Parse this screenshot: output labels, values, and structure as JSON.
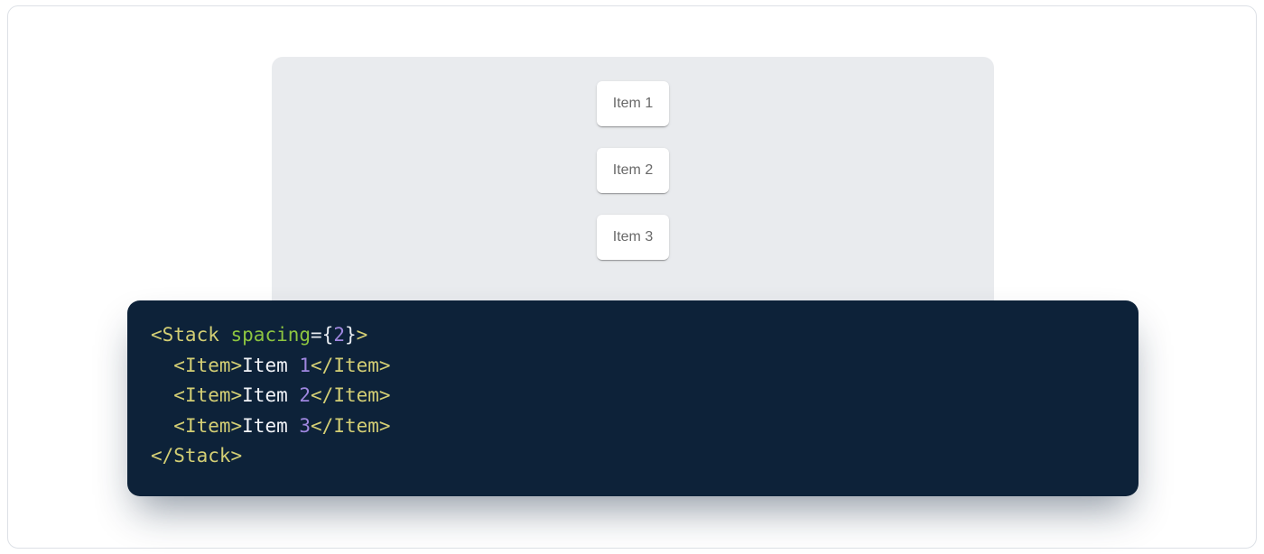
{
  "demo": {
    "items": [
      {
        "label": "Item 1"
      },
      {
        "label": "Item 2"
      },
      {
        "label": "Item 3"
      }
    ]
  },
  "code": {
    "language": "jsx",
    "lines": [
      [
        {
          "c": "tag",
          "v": "<Stack"
        },
        {
          "c": "ws",
          "v": " "
        },
        {
          "c": "attr",
          "v": "spacing"
        },
        {
          "c": "punct",
          "v": "="
        },
        {
          "c": "punct",
          "v": "{"
        },
        {
          "c": "num",
          "v": "2"
        },
        {
          "c": "punct",
          "v": "}"
        },
        {
          "c": "tag",
          "v": ">"
        }
      ],
      [
        {
          "c": "ws",
          "v": "  "
        },
        {
          "c": "tag",
          "v": "<Item>"
        },
        {
          "c": "text",
          "v": "Item "
        },
        {
          "c": "num",
          "v": "1"
        },
        {
          "c": "tag",
          "v": "</Item>"
        }
      ],
      [
        {
          "c": "ws",
          "v": "  "
        },
        {
          "c": "tag",
          "v": "<Item>"
        },
        {
          "c": "text",
          "v": "Item "
        },
        {
          "c": "num",
          "v": "2"
        },
        {
          "c": "tag",
          "v": "</Item>"
        }
      ],
      [
        {
          "c": "ws",
          "v": "  "
        },
        {
          "c": "tag",
          "v": "<Item>"
        },
        {
          "c": "text",
          "v": "Item "
        },
        {
          "c": "num",
          "v": "3"
        },
        {
          "c": "tag",
          "v": "</Item>"
        }
      ],
      [
        {
          "c": "tag",
          "v": "</Stack>"
        }
      ]
    ]
  },
  "colors": {
    "code-bg": "#0d2239",
    "code-tag": "#d3ce74",
    "code-attr": "#8dc540",
    "code-num": "#9f87e0",
    "code-text": "#f2f4f8",
    "code-punct": "#e8ecf1",
    "panel-bg": "#e9ebee",
    "card-bg": "#ffffff",
    "item-text": "#696969",
    "page-border": "#dde1e6"
  }
}
